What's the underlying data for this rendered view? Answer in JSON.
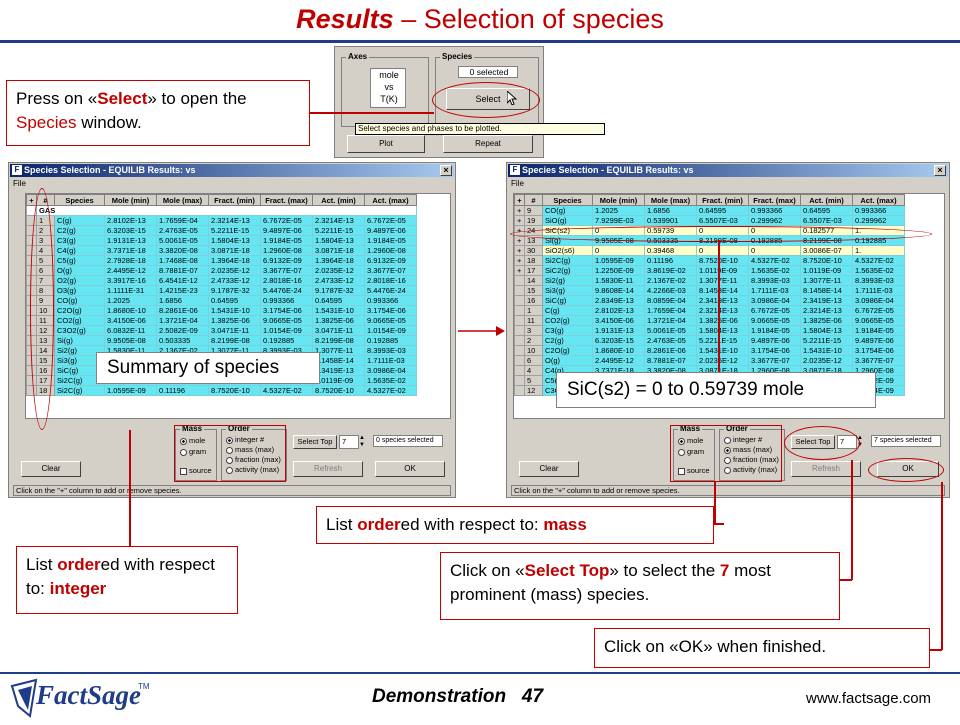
{
  "title": {
    "highlight": "Results",
    "rest": " – Selection of species"
  },
  "top_dialog": {
    "axes_label": "Axes",
    "species_label": "Species",
    "axes_value": "mole\nvs\nT(K)",
    "selected_count": "0 selected",
    "select_button": "Select",
    "tooltip": "Select species and phases to be plotted.",
    "bottom_left_btn": "Plot",
    "bottom_right_btn": "Repeat"
  },
  "callouts": {
    "press_select_prefix": "Press on «",
    "press_select_bold": "Select",
    "press_select_mid": "» to open the ",
    "press_select_species": "Species",
    "press_select_suffix": " window.",
    "summary": "Summary of species",
    "sic_range": "SiC(s2) = 0 to 0.59739 mole",
    "ordered_mass_prefix": "List ",
    "ordered_mass_bold": "order",
    "ordered_mass_mid": "ed with respect to: ",
    "ordered_mass_key": "mass",
    "ordered_int_prefix": "List ",
    "ordered_int_bold": "order",
    "ordered_int_mid": "ed with respect to: ",
    "ordered_int_key": "integer",
    "select_top_prefix": "Click on «",
    "select_top_bold": "Select Top",
    "select_top_mid": "» to select the ",
    "select_top_num": "7",
    "select_top_suffix": " most prominent (mass) species.",
    "ok_text": "Click on «OK» when finished."
  },
  "left_window": {
    "title": "Species Selection - EQUILIB Results: vs",
    "menu": "File",
    "columns": [
      "+",
      "#",
      "Species",
      "Mole (min)",
      "Mole (max)",
      "Fract. (min)",
      "Fract. (max)",
      "Act. (min)",
      "Act. (max)"
    ],
    "gas_label": "GAS",
    "rows": [
      [
        "",
        "1",
        "C(g)",
        "2.8102E-13",
        "1.7659E-04",
        "2.3214E-13",
        "6.7672E-05",
        "2.3214E-13",
        "6.7672E-05"
      ],
      [
        "",
        "2",
        "C2(g)",
        "6.3203E-15",
        "2.4763E-05",
        "5.2211E-15",
        "9.4897E-06",
        "5.2211E-15",
        "9.4897E-06"
      ],
      [
        "",
        "3",
        "C3(g)",
        "1.9131E-13",
        "5.0061E-05",
        "1.5804E-13",
        "1.9184E-05",
        "1.5804E-13",
        "1.9184E-05"
      ],
      [
        "",
        "4",
        "C4(g)",
        "3.7371E-18",
        "3.3820E-08",
        "3.0871E-18",
        "1.2960E-08",
        "3.0871E-18",
        "1.2960E-08"
      ],
      [
        "",
        "5",
        "C5(g)",
        "2.7928E-18",
        "1.7468E-08",
        "1.3964E-18",
        "6.9132E-09",
        "1.3964E-18",
        "6.9132E-09"
      ],
      [
        "",
        "6",
        "O(g)",
        "2.4495E-12",
        "8.7881E-07",
        "2.0235E-12",
        "3.3677E-07",
        "2.0235E-12",
        "3.3677E-07"
      ],
      [
        "",
        "7",
        "O2(g)",
        "3.3917E-16",
        "6.4541E-12",
        "2.4733E-12",
        "2.8018E-16",
        "2.4733E-12",
        "2.8018E-16"
      ],
      [
        "",
        "8",
        "O3(g)",
        "1.1111E-31",
        "1.4215E-23",
        "9.1787E-32",
        "5.4476E-24",
        "9.1787E-32",
        "5.4476E-24"
      ],
      [
        "",
        "9",
        "CO(g)",
        "1.2025",
        "1.6856",
        "0.64595",
        "0.993366",
        "0.64595",
        "0.993366"
      ],
      [
        "",
        "10",
        "C2O(g)",
        "1.8680E-10",
        "8.2861E-06",
        "1.5431E-10",
        "3.1754E-06",
        "1.5431E-10",
        "3.1754E-06"
      ],
      [
        "",
        "11",
        "CO2(g)",
        "3.4150E-06",
        "1.3721E-04",
        "1.3825E-06",
        "9.0665E-05",
        "1.3825E-06",
        "9.0665E-05"
      ],
      [
        "",
        "12",
        "C3O2(g)",
        "6.0832E-11",
        "2.5082E-09",
        "3.0471E-11",
        "1.0154E-09",
        "3.0471E-11",
        "1.0154E-09"
      ],
      [
        "",
        "13",
        "Si(g)",
        "9.9505E-08",
        "0.503335",
        "8.2199E-08",
        "0.192885",
        "8.2199E-08",
        "0.192885"
      ],
      [
        "",
        "14",
        "Si2(g)",
        "1.5830E-11",
        "2.1367E-02",
        "1.3077E-11",
        "8.3993E-03",
        "1.3077E-11",
        "8.3993E-03"
      ],
      [
        "",
        "15",
        "Si3(g)",
        "9.8608E-14",
        "4.2266E-03",
        "8.1458E-14",
        "1.7111E-03",
        "8.1458E-14",
        "1.7111E-03"
      ],
      [
        "",
        "16",
        "SiC(g)",
        "2.8349E-13",
        "8.0859E-04",
        "2.3419E-13",
        "3.0986E-04",
        "2.3419E-13",
        "3.0986E-04"
      ],
      [
        "",
        "17",
        "Si2C(g)",
        "1.2250E-09",
        "3.8619E-02",
        "1.0119E-09",
        "1.5635E-02",
        "1.0119E-09",
        "1.5635E-02"
      ],
      [
        "",
        "18",
        "Si2C(g)",
        "1.0595E-09",
        "0.11196",
        "8.7520E-10",
        "4.5327E-02",
        "8.7520E-10",
        "4.5327E-02"
      ]
    ],
    "mass_label": "Mass",
    "mass_opts": [
      "mole",
      "gram"
    ],
    "source_label": "source",
    "order_label": "Order",
    "order_opts": [
      "integer #",
      "mass (max)",
      "fraction (max)",
      "activity (max)"
    ],
    "select_top": "Select Top",
    "top_n": "7",
    "species_selected": "0 species selected",
    "clear": "Clear",
    "refresh": "Refresh",
    "ok": "OK",
    "status": "Click on the \"+\" column to add or remove species."
  },
  "right_window": {
    "title": "Species Selection - EQUILIB Results: vs",
    "menu": "File",
    "columns": [
      "+",
      "#",
      "Species",
      "Mole (min)",
      "Mole (max)",
      "Fract. (min)",
      "Fract. (max)",
      "Act. (min)",
      "Act. (max)"
    ],
    "rows": [
      [
        "+",
        "9",
        "CO(g)",
        "1.2025",
        "1.6856",
        "0.64595",
        "0.993366",
        "0.64595",
        "0.993366"
      ],
      [
        "+",
        "19",
        "SiO(g)",
        "7.9299E-03",
        "0.539901",
        "6.5507E-03",
        "0.299962",
        "6.5507E-03",
        "0.299962"
      ],
      [
        "+",
        "24",
        "SiC(s2)",
        "0",
        "0.59739",
        "0",
        "0",
        "0.182577",
        "1."
      ],
      [
        "+",
        "13",
        "Si(g)",
        "9.9505E-08",
        "0.503335",
        "8.2199E-08",
        "0.192885",
        "8.2199E-08",
        "0.192885"
      ],
      [
        "+",
        "30",
        "SiO2(s6)",
        "0",
        "0.39468",
        "0",
        "0",
        "3.0086E-07",
        "1."
      ],
      [
        "+",
        "18",
        "Si2C(g)",
        "1.0595E-09",
        "0.11196",
        "8.7520E-10",
        "4.5327E-02",
        "8.7520E-10",
        "4.5327E-02"
      ],
      [
        "+",
        "17",
        "SiC2(g)",
        "1.2250E-09",
        "3.8619E-02",
        "1.0119E-09",
        "1.5635E-02",
        "1.0119E-09",
        "1.5635E-02"
      ],
      [
        "",
        "14",
        "Si2(g)",
        "1.5830E-11",
        "2.1367E-02",
        "1.3077E-11",
        "8.3993E-03",
        "1.3077E-11",
        "8.3993E-03"
      ],
      [
        "",
        "15",
        "Si3(g)",
        "9.8608E-14",
        "4.2266E-03",
        "8.1458E-14",
        "1.7111E-03",
        "8.1458E-14",
        "1.7111E-03"
      ],
      [
        "",
        "16",
        "SiC(g)",
        "2.8349E-13",
        "8.0859E-04",
        "2.3419E-13",
        "3.0986E-04",
        "2.3419E-13",
        "3.0986E-04"
      ],
      [
        "",
        "1",
        "C(g)",
        "2.8102E-13",
        "1.7659E-04",
        "2.3214E-13",
        "6.7672E-05",
        "2.3214E-13",
        "6.7672E-05"
      ],
      [
        "",
        "11",
        "CO2(g)",
        "3.4150E-06",
        "1.3721E-04",
        "1.3825E-06",
        "9.0665E-05",
        "1.3825E-06",
        "9.0665E-05"
      ],
      [
        "",
        "3",
        "C3(g)",
        "1.9131E-13",
        "5.0061E-05",
        "1.5804E-13",
        "1.9184E-05",
        "1.5804E-13",
        "1.9184E-05"
      ],
      [
        "",
        "2",
        "C2(g)",
        "6.3203E-15",
        "2.4763E-05",
        "5.2211E-15",
        "9.4897E-06",
        "5.2211E-15",
        "9.4897E-06"
      ],
      [
        "",
        "10",
        "C2O(g)",
        "1.8680E-10",
        "8.2861E-06",
        "1.5431E-10",
        "3.1754E-06",
        "1.5431E-10",
        "3.1754E-06"
      ],
      [
        "",
        "6",
        "O(g)",
        "2.4495E-12",
        "8.7881E-07",
        "2.0235E-12",
        "3.3677E-07",
        "2.0235E-12",
        "3.3677E-07"
      ],
      [
        "",
        "4",
        "C4(g)",
        "3.7371E-18",
        "3.3820E-08",
        "3.0871E-18",
        "1.2960E-08",
        "3.0871E-18",
        "1.2960E-08"
      ],
      [
        "",
        "5",
        "C5(g)",
        "2.7928E-18",
        "1.7468E-08",
        "1.3964E-18",
        "6.9132E-09",
        "1.3964E-18",
        "6.9132E-09"
      ],
      [
        "",
        "12",
        "C3O2(g)",
        "6.0832E-11",
        "2.5082E-09",
        "3.0471E-11",
        "1.0154E-09",
        "3.0471E-11",
        "1.0154E-09"
      ]
    ],
    "selected_rows": [
      2,
      4
    ],
    "mass_label": "Mass",
    "mass_opts": [
      "mole",
      "gram"
    ],
    "source_label": "source",
    "order_label": "Order",
    "order_opts": [
      "integer #",
      "mass (max)",
      "fraction (max)",
      "activity (max)"
    ],
    "select_top": "Select Top",
    "top_n": "7",
    "species_selected": "7 species selected",
    "clear": "Clear",
    "refresh": "Refresh",
    "ok": "OK",
    "status": "Click on the \"+\" column to add or remove species."
  },
  "footer": {
    "logo": "FactSage",
    "tm": "TM",
    "demo": "Demonstration",
    "page": "47",
    "url": "www.factsage.com"
  },
  "colors": {
    "accent_red": "#c00000",
    "rule_blue": "#1f3c88",
    "grid_cyan": "#66e6f2"
  }
}
